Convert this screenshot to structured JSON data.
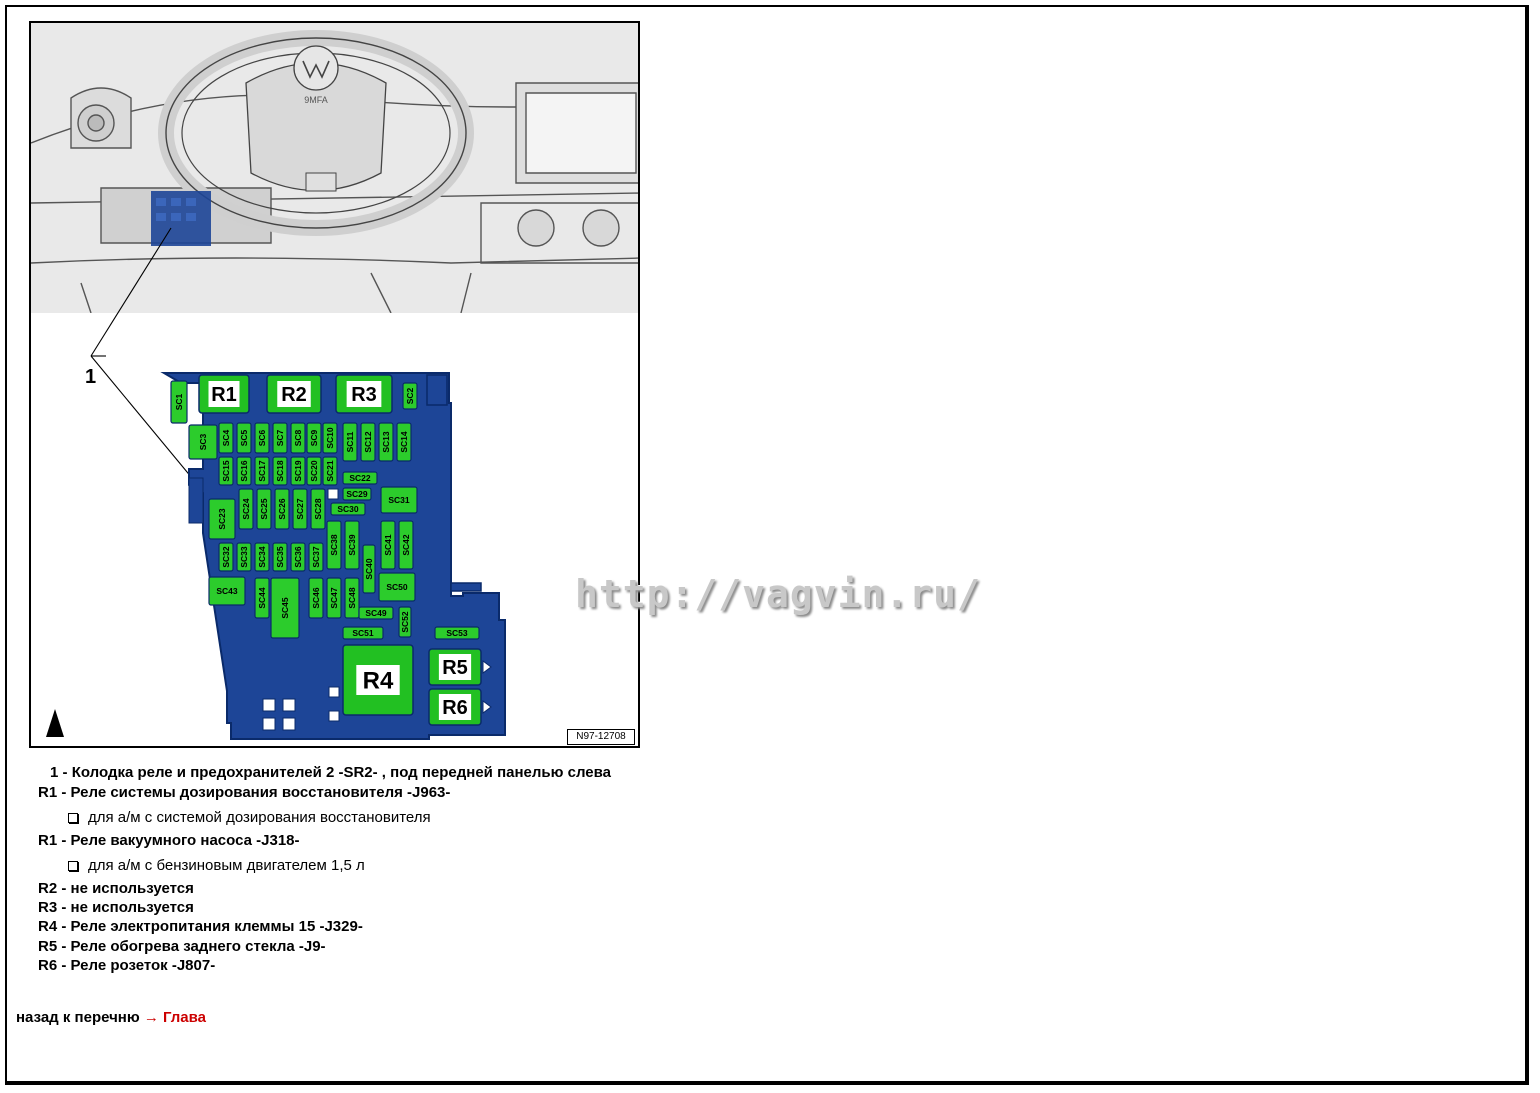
{
  "figure": {
    "callout_number": "1",
    "code": "N97-12708",
    "steering_badge": "9MFA",
    "relays": [
      "R1",
      "R2",
      "R3",
      "R4",
      "R5",
      "R6"
    ],
    "fuses": [
      "SC1",
      "SC2",
      "SC3",
      "SC4",
      "SC5",
      "SC6",
      "SC7",
      "SC8",
      "SC9",
      "SC10",
      "SC11",
      "SC12",
      "SC13",
      "SC14",
      "SC15",
      "SC16",
      "SC17",
      "SC18",
      "SC19",
      "SC20",
      "SC21",
      "SC22",
      "SC23",
      "SC24",
      "SC25",
      "SC26",
      "SC27",
      "SC28",
      "SC29",
      "SC30",
      "SC31",
      "SC32",
      "SC33",
      "SC34",
      "SC35",
      "SC36",
      "SC37",
      "SC38",
      "SC39",
      "SC40",
      "SC41",
      "SC42",
      "SC43",
      "SC44",
      "SC45",
      "SC46",
      "SC47",
      "SC48",
      "SC49",
      "SC50",
      "SC51",
      "SC52",
      "SC53"
    ],
    "colors": {
      "box": "#1d4597",
      "fuse": "#2ccc2c",
      "relay": "#22c022",
      "border": "#0a2a6a"
    }
  },
  "watermark": "http://vagvin.ru/",
  "legend": {
    "item1": {
      "key": "1 -",
      "text": "Колодка реле и предохранителей 2 -SR2- , под передней панелью слева"
    },
    "r1a": {
      "key": "R1 -",
      "text": "Реле системы дозирования восстановителя -J963-"
    },
    "r1a_note": "для а/м с системой дозирования восстановителя",
    "r1b": {
      "key": "R1 -",
      "text": "Реле вакуумного насоса -J318-"
    },
    "r1b_note": "для а/м с бензиновым двигателем 1,5 л",
    "r2": {
      "key": "R2 -",
      "text": "не используется"
    },
    "r3": {
      "key": "R3 -",
      "text": "не используется"
    },
    "r4": {
      "key": "R4 -",
      "text": "Реле электропитания клеммы 15 -J329-"
    },
    "r5": {
      "key": "R5 -",
      "text": "Реле обогрева заднего стекла -J9-"
    },
    "r6": {
      "key": "R6 -",
      "text": "Реле розеток -J807-"
    }
  },
  "footer": {
    "back_text": "назад к перечню",
    "arrow": "→",
    "link_text": "Глава"
  }
}
